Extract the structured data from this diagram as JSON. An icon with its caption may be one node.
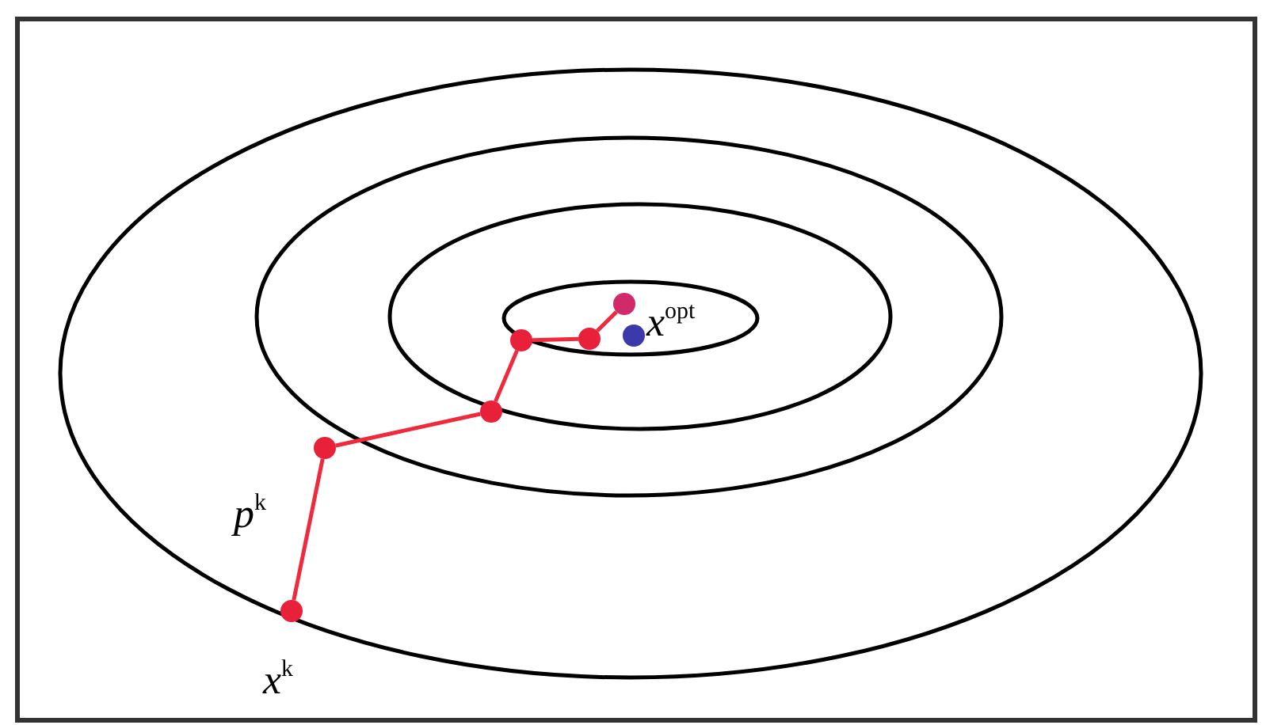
{
  "diagram": {
    "nodes": [
      {
        "text": [],
        "shape": "circle",
        "beside": [
          "x$^{k}$"
        ]
      },
      {
        "text": [],
        "shape": "circle"
      },
      {
        "text": [],
        "shape": "circle"
      },
      {
        "text": [],
        "shape": "circle"
      },
      {
        "text": [],
        "shape": "circle"
      },
      {
        "text": [],
        "shape": "circle"
      },
      {
        "text": [],
        "shape": "circle",
        "beside": [
          "x$^{opt}$"
        ]
      }
    ],
    "edges": [
      {
        "from": 0,
        "to": 1,
        "arrow": "none",
        "label": "p$^{k}$"
      },
      {
        "from": 1,
        "to": 2,
        "arrow": "none"
      },
      {
        "from": 2,
        "to": 3,
        "arrow": "none"
      },
      {
        "from": 3,
        "to": 4,
        "arrow": "none"
      },
      {
        "from": 4,
        "to": 5,
        "arrow": "none"
      }
    ]
  }
}
